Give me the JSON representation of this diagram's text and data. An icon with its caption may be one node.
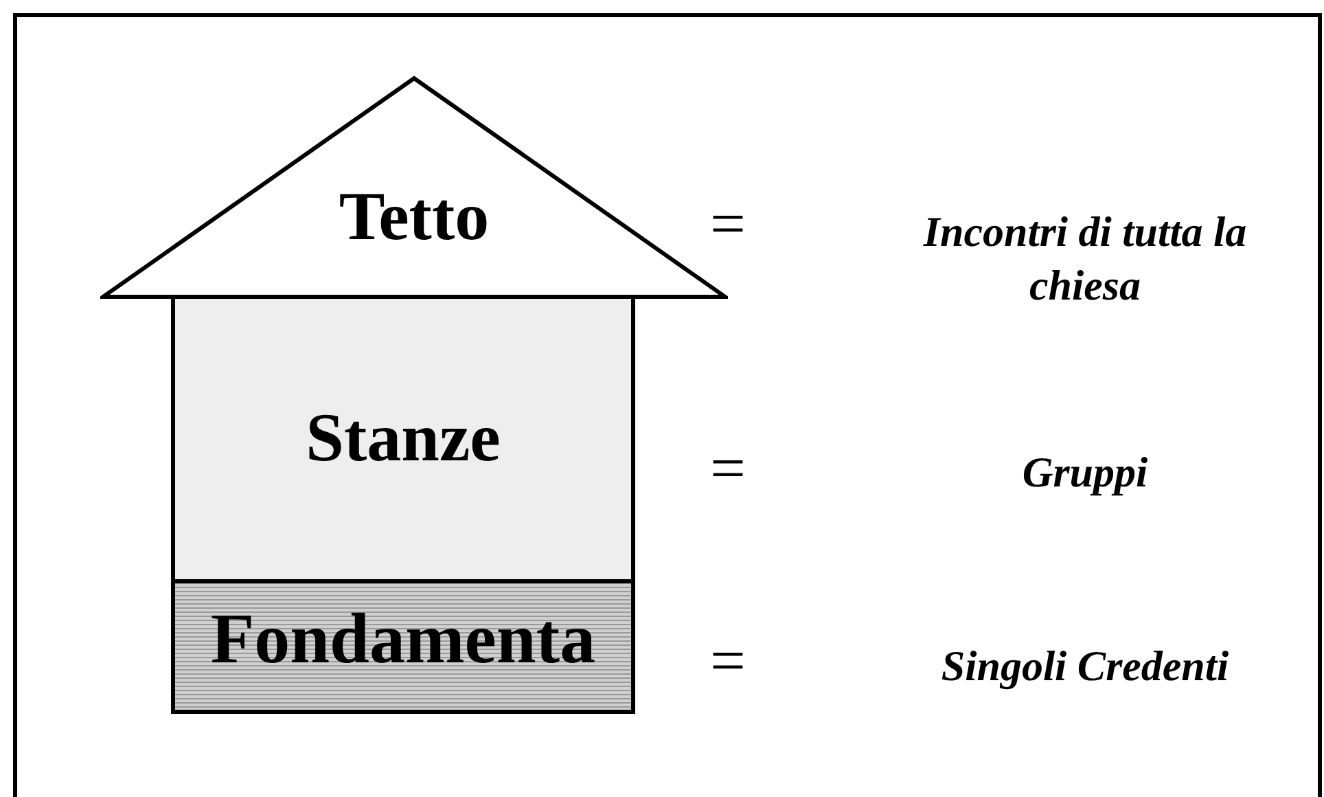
{
  "diagram": {
    "nodes": [
      {
        "text": [
          "Tetto"
        ]
      },
      {
        "text": [
          "Stanze"
        ]
      },
      {
        "text": [
          "Fondamenta"
        ]
      }
    ],
    "labels": [
      "=",
      "Incontri di tutta la chiesa",
      "=",
      "Gruppi",
      "=",
      "Singoli Credenti"
    ]
  }
}
